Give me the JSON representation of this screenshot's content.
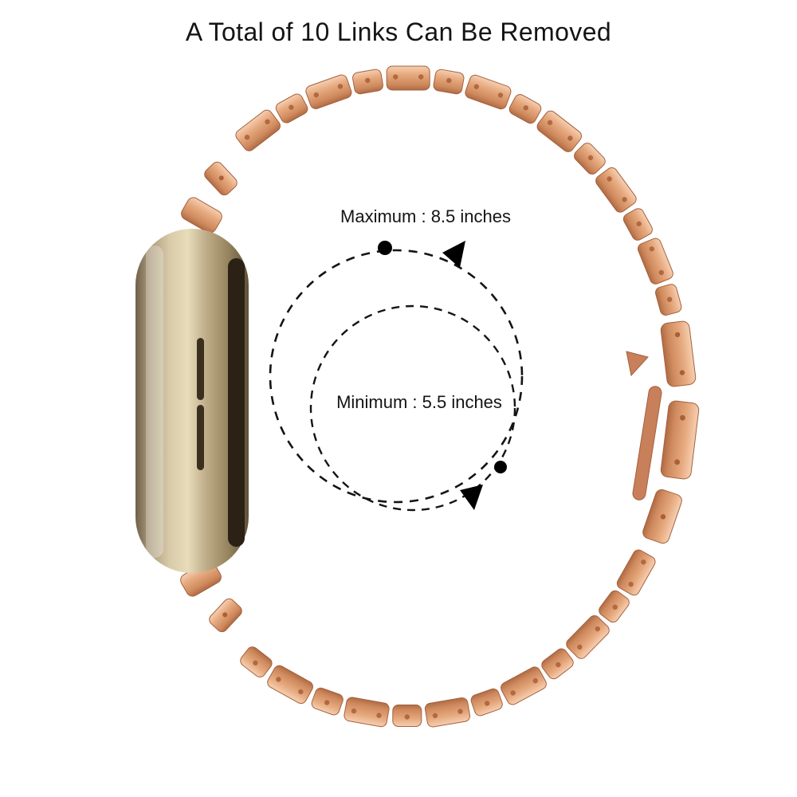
{
  "title": "A Total of 10 Links Can Be Removed",
  "annotations": {
    "maximum": "Maximum : 8.5 inches",
    "minimum": "Minimum : 5.5 inches"
  },
  "colors": {
    "background": "#ffffff",
    "text": "#141414",
    "annotation_ink": "#000000",
    "rose_gold_light": "#f6cfb2",
    "rose_gold": "#e6a97e",
    "rose_gold_dark": "#b06b44",
    "rose_gold_stroke": "#a4613e",
    "watch_gold_light": "#e8dcbb",
    "watch_gold": "#b6a480",
    "watch_gold_dark": "#5e5138",
    "screen_dark": "#2b2115"
  }
}
